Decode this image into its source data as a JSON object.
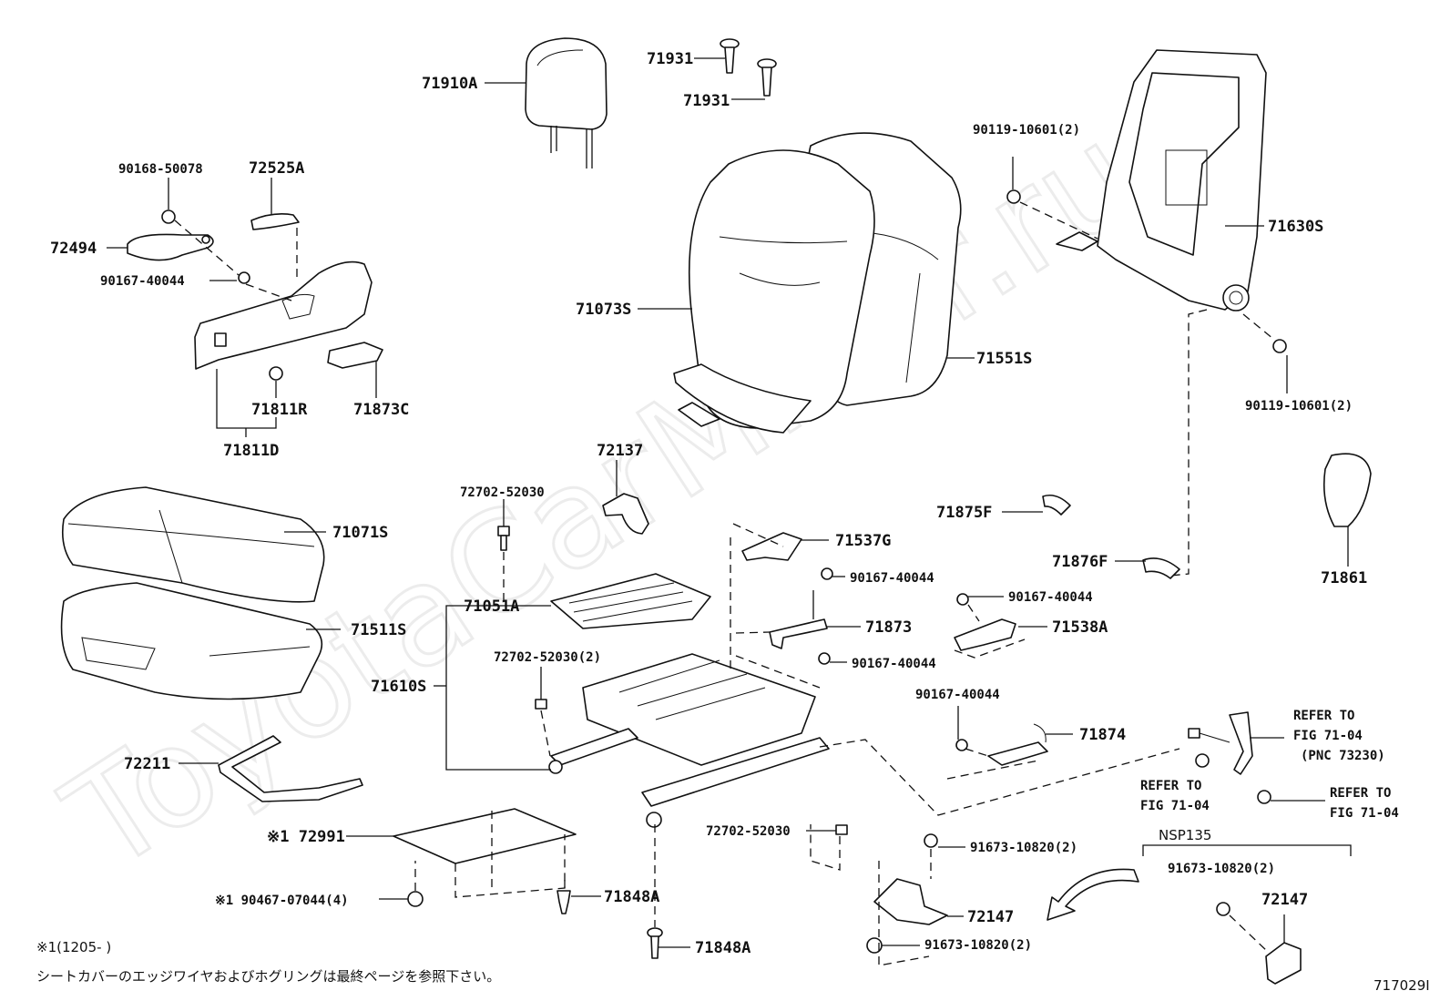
{
  "watermark": "ToyotaCarMiner.ru",
  "labels": {
    "p71910A": "71910A",
    "p71931a": "71931",
    "p71931b": "71931",
    "p90168": "90168-50078",
    "p72525A": "72525A",
    "p72494": "72494",
    "p90167a": "90167-40044",
    "p71811R": "71811R",
    "p71873C": "71873C",
    "p71811D": "71811D",
    "p71073S": "71073S",
    "p71551S": "71551S",
    "p90119a": "90119-10601(2)",
    "p71630S": "71630S",
    "p90119b": "90119-10601(2)",
    "p72137": "72137",
    "p72702a": "72702-52030",
    "p71071S": "71071S",
    "p71511S": "71511S",
    "p71051A": "71051A",
    "p72702b": "72702-52030(2)",
    "p71610S": "71610S",
    "p72211": "72211",
    "p72991": "※1 72991",
    "p90467": "※1 90467-07044(4)",
    "p71848Aa": "71848A",
    "p71848Ab": "71848A",
    "p71875F": "71875F",
    "p71537G": "71537G",
    "p90167b": "90167-40044",
    "p71876F": "71876F",
    "p71861": "71861",
    "p90167c": "90167-40044",
    "p71873": "71873",
    "p71538A": "71538A",
    "p90167d": "90167-40044",
    "p90167e": "90167-40044",
    "p71874": "71874",
    "p72702c": "72702-52030",
    "p91673a": "91673-10820(2)",
    "p72147a": "72147",
    "p91673b": "91673-10820(2)",
    "refer1": [
      "REFER TO",
      "FIG 71-04",
      "(PNC 73230)"
    ],
    "refer2": [
      "REFER TO",
      "FIG 71-04"
    ],
    "refer3": [
      "REFER TO",
      "FIG 71-04"
    ],
    "nsp": "NSP135",
    "p91673c": "91673-10820(2)",
    "p72147b": "72147"
  },
  "footnote": {
    "range": "※1(1205-      )",
    "note": "シートカバーのエッジワイヤおよびホグリングは最終ページを参照下さい。",
    "figno": "717029I"
  }
}
